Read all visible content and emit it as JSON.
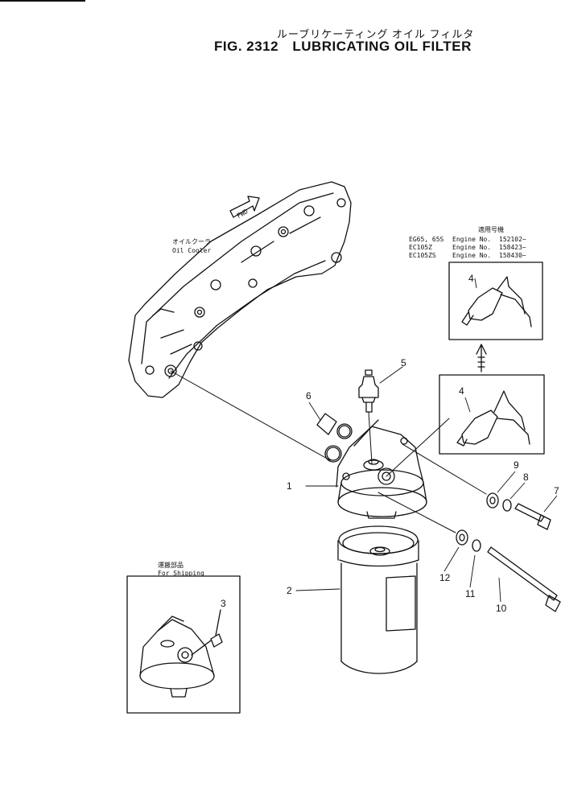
{
  "header": {
    "title_jp": "ルーブリケーティング オイル フィルタ",
    "fig_number": "FIG. 2312",
    "title_en": "LUBRICATING OIL FILTER"
  },
  "labels": {
    "fwd": "FWD",
    "oil_cooler_jp": "オイルクーラ",
    "oil_cooler_en": "Oil Cooler",
    "shipping_jp": "運搬部品",
    "shipping_en": "For Shipping",
    "serial_header_jp": "適用号機"
  },
  "applicability": [
    {
      "model": "EG65, 65S",
      "engine": "Engine No.",
      "serial": "152102~"
    },
    {
      "model": "EC105Z",
      "engine": "Engine No.",
      "serial": "158423~"
    },
    {
      "model": "EC105ZS",
      "engine": "Engine No.",
      "serial": "158430~"
    }
  ],
  "callouts": [
    "1",
    "2",
    "3",
    "4",
    "4",
    "5",
    "6",
    "7",
    "8",
    "9",
    "10",
    "11",
    "12"
  ],
  "colors": {
    "ink": "#111111",
    "paper": "#ffffff"
  }
}
